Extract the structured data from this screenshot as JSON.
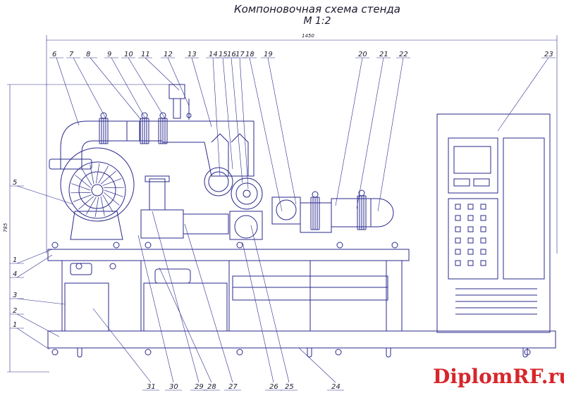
{
  "title": {
    "line1": "Компоновочная схема стенда",
    "line2": "М 1:2"
  },
  "dimensions": {
    "overall_width": "1450",
    "overall_height": "785"
  },
  "callouts": {
    "top": [
      "6",
      "7",
      "8",
      "9",
      "10",
      "11",
      "12",
      "13",
      "14",
      "15",
      "16",
      "17",
      "18",
      "19",
      "20",
      "21",
      "22",
      "23"
    ],
    "left": [
      "5",
      "1",
      "4",
      "3",
      "2",
      "1"
    ],
    "bottom": [
      "31",
      "30",
      "29",
      "28",
      "27",
      "26",
      "25",
      "24"
    ]
  },
  "watermark": {
    "text": "DiplomRF.ru",
    "color": "#d7262b"
  },
  "colors": {
    "line": "#2a2a8c",
    "ink": "#1a1a2e"
  }
}
